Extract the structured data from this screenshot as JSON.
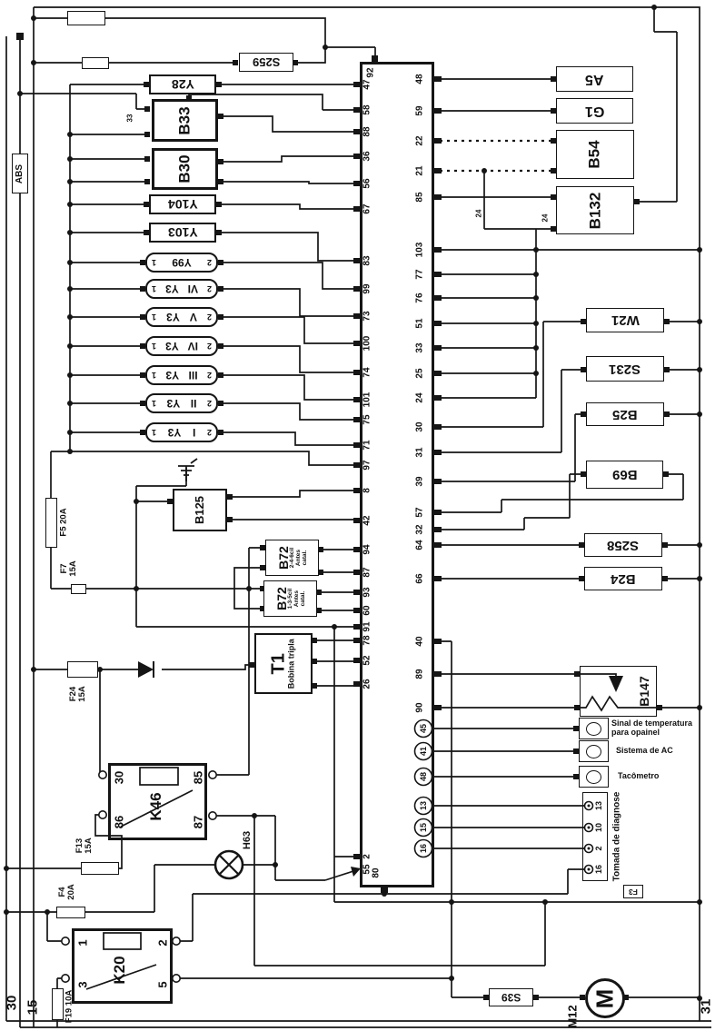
{
  "edge": {
    "abs": "ABS",
    "term30": "30",
    "term15": "15",
    "term31": "31"
  },
  "ecu": {
    "top_pin": "92",
    "bottom_pin": "80",
    "left_pins": [
      "47",
      "58",
      "88",
      "36",
      "56",
      "67",
      "83",
      "99",
      "73",
      "100",
      "74",
      "101",
      "75",
      "71",
      "97",
      "8",
      "42",
      "94",
      "87",
      "93",
      "60",
      "91",
      "78",
      "52",
      "26",
      "2",
      "55"
    ],
    "right_pins": [
      "48",
      "59",
      "22",
      "21",
      "85",
      "103",
      "77",
      "76",
      "51",
      "33",
      "25",
      "24",
      "30",
      "31",
      "39",
      "57",
      "32",
      "64",
      "66",
      "40",
      "89",
      "90"
    ],
    "circled_pins": [
      "45",
      "41",
      "48",
      "13",
      "15",
      "16"
    ]
  },
  "components": {
    "s259": "S259",
    "y28": "Y28",
    "b33": "B33",
    "b30": "B30",
    "y104": "Y104",
    "y103": "Y103",
    "y99": {
      "label": "Y99",
      "pin_a": "2",
      "pin_b": "1"
    },
    "injectors": {
      "label": "Y3",
      "pin_a": "2",
      "pin_b": "1",
      "cylinders": [
        "VI",
        "V",
        "IV",
        "III",
        "II",
        "I"
      ]
    },
    "b125": "B125",
    "b72a": {
      "title": "B72",
      "lines": [
        "2-4-6cil",
        "Antes",
        "catal."
      ]
    },
    "b72b": {
      "title": "B72",
      "lines": [
        "1-3-5cil",
        "Antes",
        "catal."
      ]
    },
    "t1": {
      "title": "T1",
      "subtitle": "Bobina tripla"
    },
    "k46": {
      "label": "K46",
      "p30": "30",
      "p85": "85",
      "p86": "86",
      "p87": "87"
    },
    "k20": {
      "label": "K20",
      "p1": "1",
      "p2": "2",
      "p3": "3",
      "p5": "5"
    },
    "h63": "H63",
    "a5": "A5",
    "g1": "G1",
    "b54": "B54",
    "b132": "B132",
    "w21": "W21",
    "s231": "S231",
    "b25": "B25",
    "b69": "B69",
    "s258": "S258",
    "b24": "B24",
    "b147": "B147",
    "s39": "S39",
    "motor": {
      "symbol": "M",
      "tag": "M12"
    },
    "tomada": {
      "label": "Tomada de diagnose",
      "pins": [
        "13",
        "10",
        "2",
        "16"
      ],
      "fuse_tag": "F3"
    }
  },
  "fuses": {
    "f5": {
      "name": "F5 20A"
    },
    "f7": {
      "name": "F7",
      "rating": "15A"
    },
    "f24": {
      "name": "F24",
      "rating": "15A"
    },
    "f13": {
      "name": "F13",
      "rating": "15A"
    },
    "f4": {
      "name": "F4",
      "rating": "20A"
    },
    "f19": {
      "name": "F19 10A"
    }
  },
  "wire_labels": {
    "w33": "33",
    "w24": "24"
  },
  "annotations": {
    "temp": {
      "line1": "Sinal de temperatura",
      "line2": "para opainel"
    },
    "ac": {
      "line1": "Sistema de AC"
    },
    "tacho": {
      "line1": "Tacômetro"
    }
  }
}
